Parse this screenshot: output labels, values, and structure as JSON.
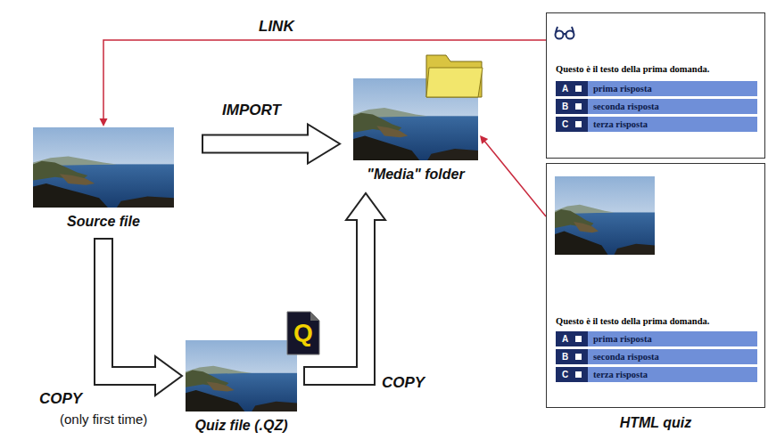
{
  "diagram": {
    "nodes": [
      {
        "text": [
          "Source file"
        ]
      },
      {
        "text": [
          "\"Media\" folder"
        ]
      },
      {
        "text": [
          "Quiz file (.QZ)"
        ]
      },
      {
        "text": [
          "Questo è il testo della prima domanda."
        ]
      },
      {
        "text": [
          "A",
          "prima risposta"
        ],
        "in": 3
      },
      {
        "text": [
          "B",
          "seconda risposta"
        ],
        "in": 3
      },
      {
        "text": [
          "C",
          "terza risposta"
        ],
        "in": 3
      },
      {
        "text": [
          "Questo è il testo della prima domanda.",
          "HTML quiz"
        ]
      },
      {
        "text": [
          "A",
          "prima risposta"
        ],
        "in": 7
      },
      {
        "text": [
          "B",
          "seconda risposta"
        ],
        "in": 7
      },
      {
        "text": [
          "C",
          "terza risposta"
        ],
        "in": 7
      }
    ],
    "edges": [
      {
        "from": 3,
        "to": 0,
        "arrow": "to",
        "label": "LINK"
      },
      {
        "from": 0,
        "to": 1,
        "arrow": "to",
        "label": "IMPORT"
      },
      {
        "from": 7,
        "to": 1,
        "arrow": "to"
      },
      {
        "from": 0,
        "to": 2,
        "arrow": "to",
        "label": "COPY"
      },
      {
        "from": 2,
        "to": 1,
        "arrow": "to",
        "label": "COPY"
      }
    ],
    "labels": [
      "Q",
      "(only first time)"
    ]
  }
}
